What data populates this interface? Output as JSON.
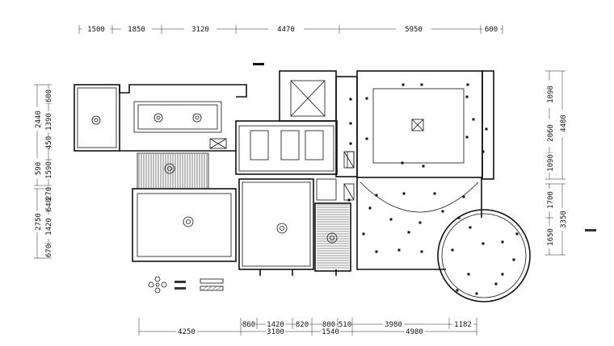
{
  "dimensions": {
    "top": [
      "1500",
      "1850",
      "3120",
      "4470",
      "5950",
      "600"
    ],
    "right": [
      "1090",
      "2060",
      "1090",
      "4480",
      "1700",
      "1650",
      "3350"
    ],
    "left": [
      "2440",
      "600",
      "1390",
      "450",
      "590",
      "1590",
      "270",
      "640",
      "2750",
      "1420",
      "670"
    ],
    "bottom_row1": [
      "860",
      "1420",
      "820",
      "800",
      "510",
      "3980",
      "1182"
    ],
    "bottom_row2": [
      "4250",
      "3100",
      "1540",
      "4980"
    ]
  },
  "colors": {
    "line": "#111111",
    "background": "#ffffff"
  }
}
